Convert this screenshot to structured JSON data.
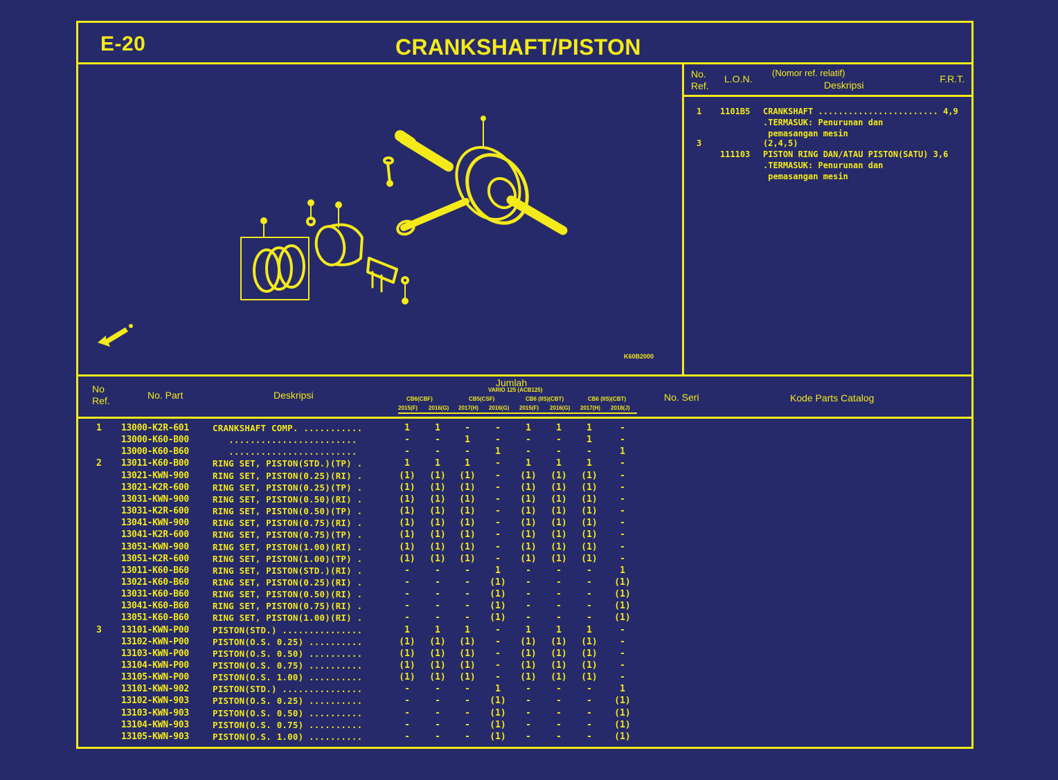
{
  "header": {
    "page_code": "E-20",
    "title": "CRANKSHAFT/PISTON"
  },
  "diagram": {
    "figure_code": "K60B2000",
    "front_arrow_icon": "front-direction-arrow-icon"
  },
  "frt_table": {
    "headers": {
      "ref_line1": "No.",
      "ref_line2": "Ref.",
      "lon": "L.O.N.",
      "desc_line1": "(Nomor ref. relatif)",
      "desc_line2": "Deskripsi",
      "frt": "F.R.T."
    },
    "lines": [
      {
        "ref": "1",
        "lon": "1101B5",
        "text": "CRANKSHAFT ........................ 4,9"
      },
      {
        "ref": "",
        "lon": "",
        "text": ".TERMASUK: Penurunan dan"
      },
      {
        "ref": "",
        "lon": "",
        "text": " pemasangan mesin"
      },
      {
        "ref": "3",
        "lon": "",
        "text": "(2,4,5)"
      },
      {
        "ref": "",
        "lon": "111103",
        "text": "PISTON RING DAN/ATAU PISTON(SATU) 3,6"
      },
      {
        "ref": "",
        "lon": "",
        "text": ".TERMASUK: Penurunan dan"
      },
      {
        "ref": "",
        "lon": "",
        "text": " pemasangan mesin"
      }
    ]
  },
  "parts_table": {
    "headers": {
      "ref_line1": "No",
      "ref_line2": "Ref.",
      "part_no": "No. Part",
      "description": "Deskripsi",
      "quantity": "Jumlah",
      "model": "VARIO 125 (ACB125)",
      "serial": "No. Seri",
      "catalog_code": "Kode Parts Catalog"
    },
    "quantity_groups": [
      "CB6(CBF)",
      "CB5(CSF)",
      "CB6 (IIS)(CBT)",
      "CB6 (IIS)(CBT)"
    ],
    "quantity_columns": [
      "2015(F)",
      "2016(G)",
      "2017(H)",
      "2016(G)",
      "2015(F)",
      "2016(G)",
      "2017(H)",
      "2018(J)"
    ],
    "rows": [
      {
        "ref": "1",
        "part": "13000-K2R-601",
        "desc": "CRANKSHAFT COMP. ...........",
        "qty": [
          "1",
          "1",
          "-",
          "-",
          "1",
          "1",
          "1",
          "-"
        ]
      },
      {
        "ref": "",
        "part": "13000-K60-B00",
        "desc": "   ........................",
        "qty": [
          "-",
          "-",
          "1",
          "-",
          "-",
          "-",
          "1",
          "-"
        ]
      },
      {
        "ref": "",
        "part": "13000-K60-B60",
        "desc": "   ........................",
        "qty": [
          "-",
          "-",
          "-",
          "1",
          "-",
          "-",
          "-",
          "1"
        ]
      },
      {
        "ref": "2",
        "part": "13011-K60-B00",
        "desc": "RING SET, PISTON(STD.)(TP) .",
        "qty": [
          "1",
          "1",
          "1",
          "-",
          "1",
          "1",
          "1",
          "-"
        ]
      },
      {
        "ref": "",
        "part": "13021-KWN-900",
        "desc": "RING SET, PISTON(0.25)(RI) .",
        "qty": [
          "(1)",
          "(1)",
          "(1)",
          "-",
          "(1)",
          "(1)",
          "(1)",
          "-"
        ]
      },
      {
        "ref": "",
        "part": "13021-K2R-600",
        "desc": "RING SET, PISTON(0.25)(TP) .",
        "qty": [
          "(1)",
          "(1)",
          "(1)",
          "-",
          "(1)",
          "(1)",
          "(1)",
          "-"
        ]
      },
      {
        "ref": "",
        "part": "13031-KWN-900",
        "desc": "RING SET, PISTON(0.50)(RI) .",
        "qty": [
          "(1)",
          "(1)",
          "(1)",
          "-",
          "(1)",
          "(1)",
          "(1)",
          "-"
        ]
      },
      {
        "ref": "",
        "part": "13031-K2R-600",
        "desc": "RING SET, PISTON(0.50)(TP) .",
        "qty": [
          "(1)",
          "(1)",
          "(1)",
          "-",
          "(1)",
          "(1)",
          "(1)",
          "-"
        ]
      },
      {
        "ref": "",
        "part": "13041-KWN-900",
        "desc": "RING SET, PISTON(0.75)(RI) .",
        "qty": [
          "(1)",
          "(1)",
          "(1)",
          "-",
          "(1)",
          "(1)",
          "(1)",
          "-"
        ]
      },
      {
        "ref": "",
        "part": "13041-K2R-600",
        "desc": "RING SET, PISTON(0.75)(TP) .",
        "qty": [
          "(1)",
          "(1)",
          "(1)",
          "-",
          "(1)",
          "(1)",
          "(1)",
          "-"
        ]
      },
      {
        "ref": "",
        "part": "13051-KWN-900",
        "desc": "RING SET, PISTON(1.00)(RI) .",
        "qty": [
          "(1)",
          "(1)",
          "(1)",
          "-",
          "(1)",
          "(1)",
          "(1)",
          "-"
        ]
      },
      {
        "ref": "",
        "part": "13051-K2R-600",
        "desc": "RING SET, PISTON(1.00)(TP) .",
        "qty": [
          "(1)",
          "(1)",
          "(1)",
          "-",
          "(1)",
          "(1)",
          "(1)",
          "-"
        ]
      },
      {
        "ref": "",
        "part": "13011-K60-B60",
        "desc": "RING SET, PISTON(STD.)(RI) .",
        "qty": [
          "-",
          "-",
          "-",
          "1",
          "-",
          "-",
          "-",
          "1"
        ]
      },
      {
        "ref": "",
        "part": "13021-K60-B60",
        "desc": "RING SET, PISTON(0.25)(RI) .",
        "qty": [
          "-",
          "-",
          "-",
          "(1)",
          "-",
          "-",
          "-",
          "(1)"
        ]
      },
      {
        "ref": "",
        "part": "13031-K60-B60",
        "desc": "RING SET, PISTON(0.50)(RI) .",
        "qty": [
          "-",
          "-",
          "-",
          "(1)",
          "-",
          "-",
          "-",
          "(1)"
        ]
      },
      {
        "ref": "",
        "part": "13041-K60-B60",
        "desc": "RING SET, PISTON(0.75)(RI) .",
        "qty": [
          "-",
          "-",
          "-",
          "(1)",
          "-",
          "-",
          "-",
          "(1)"
        ]
      },
      {
        "ref": "",
        "part": "13051-K60-B60",
        "desc": "RING SET, PISTON(1.00)(RI) .",
        "qty": [
          "-",
          "-",
          "-",
          "(1)",
          "-",
          "-",
          "-",
          "(1)"
        ]
      },
      {
        "ref": "3",
        "part": "13101-KWN-P00",
        "desc": "PISTON(STD.) ...............",
        "qty": [
          "1",
          "1",
          "1",
          "-",
          "1",
          "1",
          "1",
          "-"
        ]
      },
      {
        "ref": "",
        "part": "13102-KWN-P00",
        "desc": "PISTON(O.S. 0.25) ..........",
        "qty": [
          "(1)",
          "(1)",
          "(1)",
          "-",
          "(1)",
          "(1)",
          "(1)",
          "-"
        ]
      },
      {
        "ref": "",
        "part": "13103-KWN-P00",
        "desc": "PISTON(O.S. 0.50) ..........",
        "qty": [
          "(1)",
          "(1)",
          "(1)",
          "-",
          "(1)",
          "(1)",
          "(1)",
          "-"
        ]
      },
      {
        "ref": "",
        "part": "13104-KWN-P00",
        "desc": "PISTON(O.S. 0.75) ..........",
        "qty": [
          "(1)",
          "(1)",
          "(1)",
          "-",
          "(1)",
          "(1)",
          "(1)",
          "-"
        ]
      },
      {
        "ref": "",
        "part": "13105-KWN-P00",
        "desc": "PISTON(O.S. 1.00) ..........",
        "qty": [
          "(1)",
          "(1)",
          "(1)",
          "-",
          "(1)",
          "(1)",
          "(1)",
          "-"
        ]
      },
      {
        "ref": "",
        "part": "13101-KWN-902",
        "desc": "PISTON(STD.) ...............",
        "qty": [
          "-",
          "-",
          "-",
          "1",
          "-",
          "-",
          "-",
          "1"
        ]
      },
      {
        "ref": "",
        "part": "13102-KWN-903",
        "desc": "PISTON(O.S. 0.25) ..........",
        "qty": [
          "-",
          "-",
          "-",
          "(1)",
          "-",
          "-",
          "-",
          "(1)"
        ]
      },
      {
        "ref": "",
        "part": "13103-KWN-903",
        "desc": "PISTON(O.S. 0.50) ..........",
        "qty": [
          "-",
          "-",
          "-",
          "(1)",
          "-",
          "-",
          "-",
          "(1)"
        ]
      },
      {
        "ref": "",
        "part": "13104-KWN-903",
        "desc": "PISTON(O.S. 0.75) ..........",
        "qty": [
          "-",
          "-",
          "-",
          "(1)",
          "-",
          "-",
          "-",
          "(1)"
        ]
      },
      {
        "ref": "",
        "part": "13105-KWN-903",
        "desc": "PISTON(O.S. 1.00) ..........",
        "qty": [
          "-",
          "-",
          "-",
          "(1)",
          "-",
          "-",
          "-",
          "(1)"
        ]
      }
    ]
  },
  "colors": {
    "background": "#262a6a",
    "foreground": "#f4ea1a"
  }
}
